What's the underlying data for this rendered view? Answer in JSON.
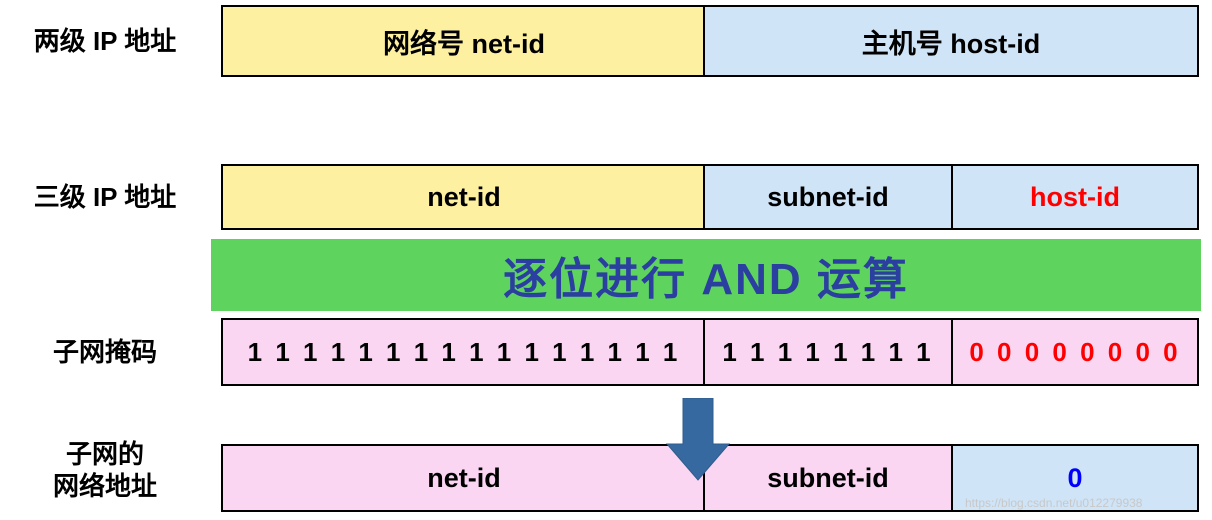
{
  "rows": [
    {
      "label": "两级 IP 地址",
      "cells": [
        {
          "text": "网络号 net-id",
          "color": "#fdf0a0"
        },
        {
          "text": "主机号 host-id",
          "color": "#cfe4f7"
        }
      ]
    },
    {
      "label": "三级 IP 地址",
      "cells": [
        {
          "text": "net-id",
          "color": "#fdf0a0"
        },
        {
          "text": "subnet-id",
          "color": "#cfe4f7"
        },
        {
          "text": "host-id",
          "color": "#cfe4f7",
          "text_color": "#ff0000"
        }
      ]
    },
    {
      "label": "子网掩码",
      "cells": [
        {
          "text": "1 1 1 1 1 1 1 1 1 1 1 1 1 1 1 1",
          "color": "#fbd6f3"
        },
        {
          "text": "1 1 1 1 1 1 1 1",
          "color": "#fbd6f3"
        },
        {
          "text": "0 0 0 0 0 0 0 0",
          "color": "#fbd6f3",
          "text_color": "#ff0000"
        }
      ]
    },
    {
      "label": "子网的\n网络地址",
      "cells": [
        {
          "text": "net-id",
          "color": "#fbd6f3"
        },
        {
          "text": "subnet-id",
          "color": "#fbd6f3"
        },
        {
          "text": "0",
          "color": "#cfe4f7",
          "text_color": "#0000ff"
        }
      ]
    }
  ],
  "and_banner": {
    "text": "逐位进行 AND 运算",
    "color": "#5ed45e",
    "text_color": "#2b3fa0"
  },
  "arrow": {
    "name": "down-arrow",
    "color": "#36699f"
  },
  "watermark": "https://blog.csdn.net/u012279938",
  "colors": {
    "yellow": "#fdf0a0",
    "blue": "#cfe4f7",
    "pink": "#fbd6f3",
    "green": "#5ed45e",
    "red": "#ff0000",
    "blue_text": "#0000ff",
    "banner_text": "#2b3fa0",
    "border": "#000000"
  }
}
